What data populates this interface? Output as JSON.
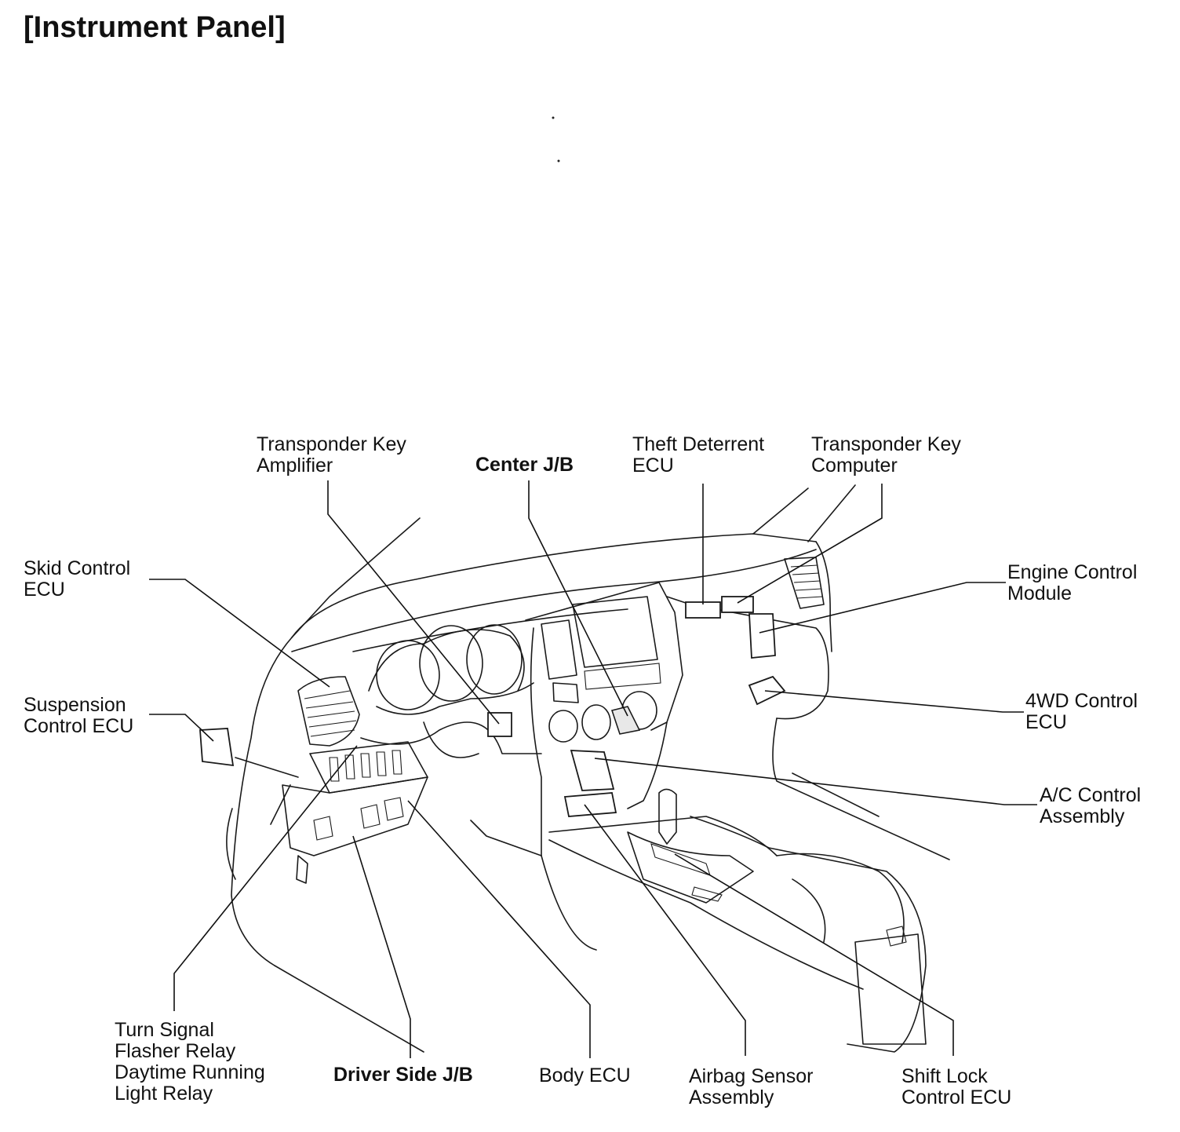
{
  "title": "[Instrument Panel]",
  "labels": {
    "transponder_key_amplifier": [
      "Transponder Key",
      "Amplifier"
    ],
    "center_jb": [
      "Center J/B"
    ],
    "theft_deterrent_ecu": [
      "Theft Deterrent",
      "ECU"
    ],
    "transponder_key_computer": [
      "Transponder Key",
      "Computer"
    ],
    "skid_control_ecu": [
      "Skid Control",
      "ECU"
    ],
    "engine_control_module": [
      "Engine Control",
      "Module"
    ],
    "suspension_control_ecu": [
      "Suspension",
      "Control ECU"
    ],
    "fourwd_control_ecu": [
      "4WD Control",
      "ECU"
    ],
    "ac_control_assembly": [
      "A/C Control",
      "Assembly"
    ],
    "turn_signal_flasher_relay": [
      "Turn Signal",
      "Flasher Relay",
      "Daytime Running",
      "Light Relay"
    ],
    "driver_side_jb": [
      "Driver Side J/B"
    ],
    "body_ecu": [
      "Body ECU"
    ],
    "airbag_sensor_assembly": [
      "Airbag Sensor",
      "Assembly"
    ],
    "shift_lock_control_ecu": [
      "Shift Lock",
      "Control ECU"
    ]
  }
}
